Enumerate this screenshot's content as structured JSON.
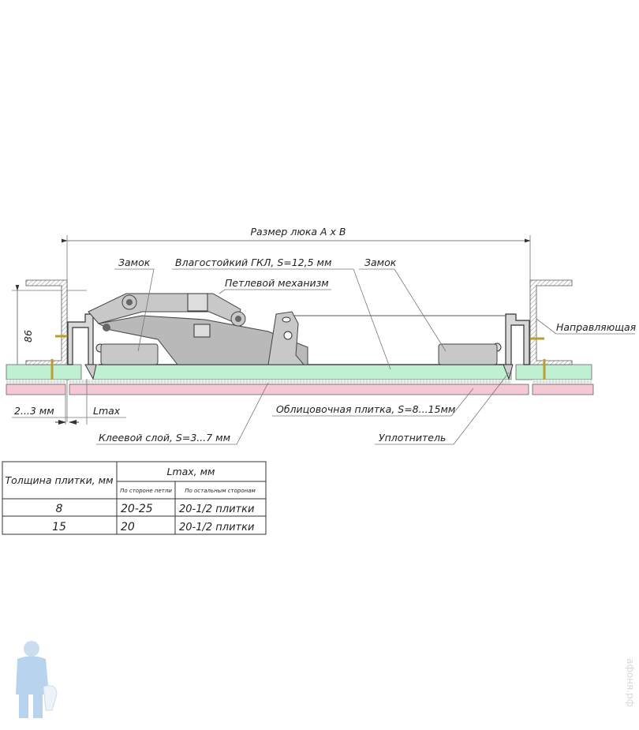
{
  "diagram": {
    "dimension_label": "Размер люка A x B",
    "height_dimension": "86",
    "gap_dimension": "2...3 мм",
    "lmax_dimension": "Lmax",
    "labels": {
      "lock_left": "Замок",
      "gkl": "Влагостойкий ГКЛ, S=12,5 мм",
      "hinge": "Петлевой механизм",
      "lock_right": "Замок",
      "guide": "Направляющая",
      "tile": "Облицовочная плитка, S=8...15мм",
      "glue": "Клеевой слой, S=3...7 мм",
      "seal": "Уплотнитель"
    },
    "colors": {
      "gkl": "#bff0d2",
      "tile": "#f5c8d6",
      "metal": "#c8c8c8"
    }
  },
  "table": {
    "col1_header": "Толщина плитки, мм",
    "lmax_header": "Lmax, мм",
    "sub_headers": [
      "По стороне петли",
      "По остальным сторонам"
    ],
    "rows": [
      {
        "thickness": "8",
        "hinge_side": "20-25",
        "other_sides": "20-1/2 плитки"
      },
      {
        "thickness": "15",
        "hinge_side": "20",
        "other_sides": "20-1/2 плитки"
      }
    ]
  },
  "watermark": "афоня.рф"
}
